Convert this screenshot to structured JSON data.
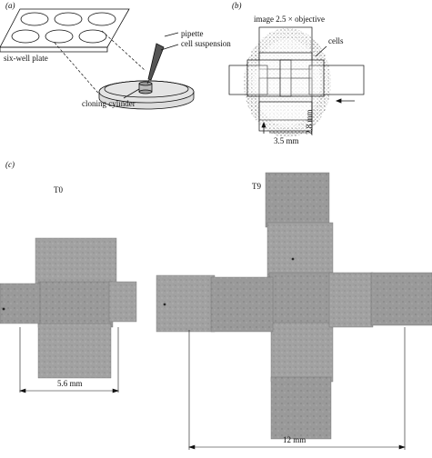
{
  "panel_a": {
    "letter": "(a)",
    "six_well_plate": "six-well plate",
    "pipette": "pipette",
    "cell_suspension": "cell suspension",
    "cloning_cylinder": "cloning cylinder"
  },
  "panel_b": {
    "letter": "(b)",
    "image_label": "image 2.5 × objective",
    "cells": "cells",
    "width_dim": "3.5 mm",
    "height_dim": "2.8 mm"
  },
  "panel_c": {
    "letter": "(c)",
    "t0_label": "T0",
    "t9_label": "T9",
    "t0_dim": "5.6 mm",
    "t9_dim": "12 mm"
  },
  "colors": {
    "micrograph": "#9c9c9c",
    "micrograph_dark": "#8a8a8a",
    "micrograph_light": "#b0b0b0",
    "line": "#111111"
  }
}
